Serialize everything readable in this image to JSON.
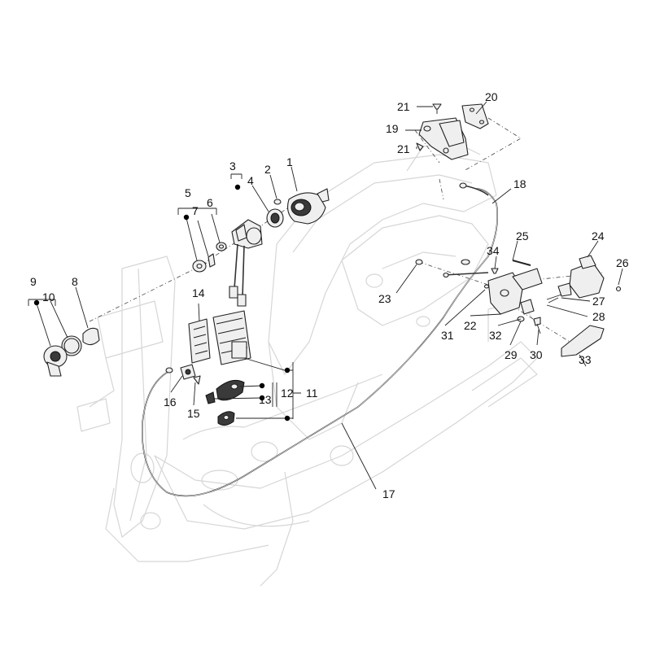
{
  "callouts": [
    {
      "id": "1",
      "text": "1"
    },
    {
      "id": "2",
      "text": "2"
    },
    {
      "id": "3",
      "text": "3"
    },
    {
      "id": "4",
      "text": "4"
    },
    {
      "id": "5",
      "text": "5"
    },
    {
      "id": "6",
      "text": "6"
    },
    {
      "id": "7",
      "text": "7"
    },
    {
      "id": "8",
      "text": "8"
    },
    {
      "id": "9",
      "text": "9"
    },
    {
      "id": "10",
      "text": "10"
    },
    {
      "id": "11",
      "text": "11"
    },
    {
      "id": "12",
      "text": "12"
    },
    {
      "id": "13",
      "text": "13"
    },
    {
      "id": "14",
      "text": "14"
    },
    {
      "id": "15",
      "text": "15"
    },
    {
      "id": "16",
      "text": "16"
    },
    {
      "id": "17",
      "text": "17"
    },
    {
      "id": "18",
      "text": "18"
    },
    {
      "id": "19",
      "text": "19"
    },
    {
      "id": "20",
      "text": "20"
    },
    {
      "id": "21a",
      "text": "21"
    },
    {
      "id": "21b",
      "text": "21"
    },
    {
      "id": "22",
      "text": "22"
    },
    {
      "id": "23",
      "text": "23"
    },
    {
      "id": "24",
      "text": "24"
    },
    {
      "id": "25",
      "text": "25"
    },
    {
      "id": "26",
      "text": "26"
    },
    {
      "id": "27",
      "text": "27"
    },
    {
      "id": "28",
      "text": "28"
    },
    {
      "id": "29",
      "text": "29"
    },
    {
      "id": "30",
      "text": "30"
    },
    {
      "id": "31",
      "text": "31"
    },
    {
      "id": "32",
      "text": "32"
    },
    {
      "id": "33",
      "text": "33"
    },
    {
      "id": "34",
      "text": "34"
    }
  ],
  "colors": {
    "line": "#222222",
    "frame": "#d6d6d6",
    "background": "#ffffff"
  }
}
